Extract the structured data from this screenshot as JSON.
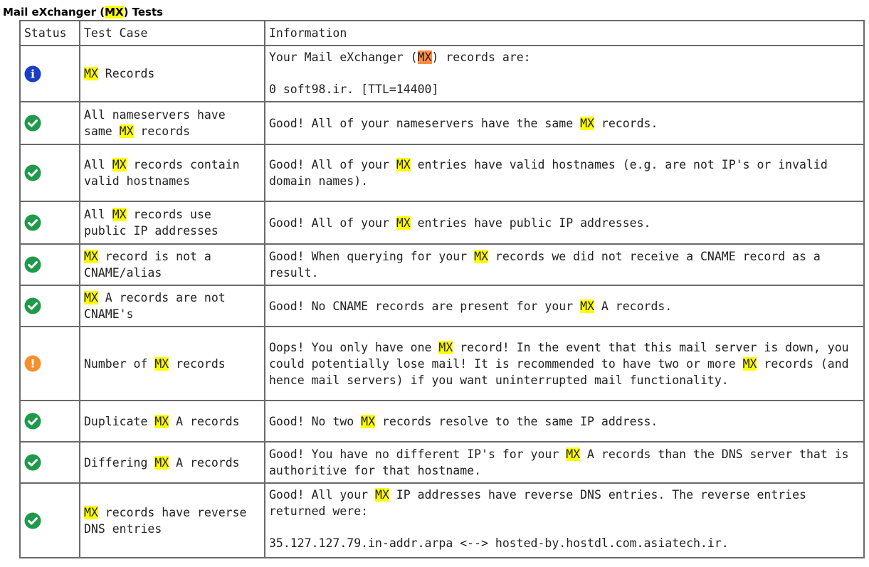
{
  "title": {
    "pre": "Mail eXchanger (",
    "hl": "MX",
    "post": ") Tests"
  },
  "headers": {
    "status": "Status",
    "test_case": "Test Case",
    "information": "Information"
  },
  "rows": [
    {
      "status": "info",
      "test": [
        {
          "hl": "MX"
        },
        {
          "t": " Records"
        }
      ],
      "info": [
        {
          "t": "Your Mail eXchanger ("
        },
        {
          "hl2": "MX"
        },
        {
          "t": ") records are:"
        }
      ],
      "info2": [
        {
          "t": "0 soft98.ir. [TTL=14400]"
        }
      ]
    },
    {
      "status": "pass",
      "test": [
        {
          "t": "All nameservers have same "
        },
        {
          "hl": "MX"
        },
        {
          "t": " records"
        }
      ],
      "info": [
        {
          "t": "Good! All of your nameservers have the same "
        },
        {
          "hl": "MX"
        },
        {
          "t": " records."
        }
      ]
    },
    {
      "status": "pass",
      "test": [
        {
          "t": "All "
        },
        {
          "hl": "MX"
        },
        {
          "t": " records contain valid hostnames"
        }
      ],
      "info": [
        {
          "t": "Good! All of your "
        },
        {
          "hl": "MX"
        },
        {
          "t": " entries have valid hostnames (e.g. are not IP's or invalid domain names)."
        }
      ]
    },
    {
      "status": "pass",
      "test": [
        {
          "t": "All "
        },
        {
          "hl": "MX"
        },
        {
          "t": " records use public IP addresses"
        }
      ],
      "info": [
        {
          "t": "Good! All of your "
        },
        {
          "hl": "MX"
        },
        {
          "t": " entries have public IP addresses."
        }
      ]
    },
    {
      "status": "pass",
      "test": [
        {
          "hl": "MX"
        },
        {
          "t": " record is not a CNAME/alias"
        }
      ],
      "info": [
        {
          "t": "Good! When querying for your "
        },
        {
          "hl": "MX"
        },
        {
          "t": " records we did not receive a CNAME record as a result."
        }
      ]
    },
    {
      "status": "pass",
      "test": [
        {
          "hl": "MX"
        },
        {
          "t": " A records are not CNAME's"
        }
      ],
      "info": [
        {
          "t": "Good! No CNAME records are present for your "
        },
        {
          "hl": "MX"
        },
        {
          "t": " A records."
        }
      ]
    },
    {
      "status": "warning",
      "test": [
        {
          "t": "Number of "
        },
        {
          "hl": "MX"
        },
        {
          "t": " records"
        }
      ],
      "info": [
        {
          "t": "Oops! You only have one "
        },
        {
          "hl": "MX"
        },
        {
          "t": " record! In the event that this mail server is down, you could potentially lose mail! It is recommended to have two or more "
        },
        {
          "hl": "MX"
        },
        {
          "t": " records (and hence mail servers) if you want uninterrupted mail functionality."
        }
      ]
    },
    {
      "status": "pass",
      "test": [
        {
          "t": "Duplicate "
        },
        {
          "hl": "MX"
        },
        {
          "t": " A records"
        }
      ],
      "info": [
        {
          "t": "Good! No two "
        },
        {
          "hl": "MX"
        },
        {
          "t": " records resolve to the same IP address."
        }
      ]
    },
    {
      "status": "pass",
      "test": [
        {
          "t": "Differing "
        },
        {
          "hl": "MX"
        },
        {
          "t": " A records"
        }
      ],
      "info": [
        {
          "t": "Good! You have no different IP's for your "
        },
        {
          "hl": "MX"
        },
        {
          "t": " A records than the DNS server that is authoritive for that hostname."
        }
      ]
    },
    {
      "status": "pass",
      "test": [
        {
          "hl": "MX"
        },
        {
          "t": " records have reverse DNS entries"
        }
      ],
      "info": [
        {
          "t": "Good! All your "
        },
        {
          "hl": "MX"
        },
        {
          "t": " IP addresses have reverse DNS entries. The reverse entries returned were:"
        }
      ],
      "info2": [
        {
          "t": "35.127.127.79.in-addr.arpa <--> hosted-by.hostdl.com.asiatech.ir."
        }
      ]
    }
  ],
  "icons": {
    "info": {
      "name": "info-icon",
      "color": "#1a3fc4",
      "glyph": "i"
    },
    "pass": {
      "name": "check-circle-icon",
      "color": "#1e9a4a"
    },
    "warning": {
      "name": "warning-icon",
      "color": "#f5902e",
      "glyph": "!"
    }
  }
}
